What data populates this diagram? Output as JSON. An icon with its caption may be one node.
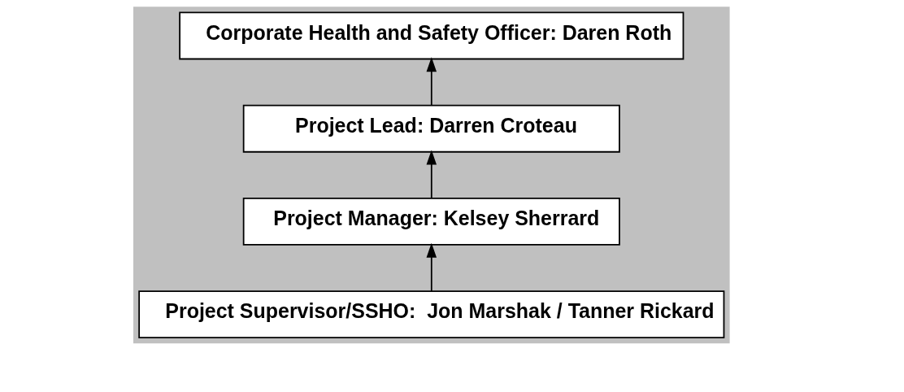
{
  "diagram": {
    "nodes": [
      {
        "text": [
          "Corporate Health and Safety Officer: Daren Roth"
        ]
      },
      {
        "text": [
          "Project Lead: Darren Croteau"
        ]
      },
      {
        "text": [
          "Project Manager: Kelsey Sherrard"
        ]
      },
      {
        "text": [
          "Project Supervisor/SSHO:  Jon Marshak / Tanner Rickard"
        ]
      }
    ],
    "edges": [
      {
        "from": 3,
        "to": 2,
        "arrow": "to"
      },
      {
        "from": 2,
        "to": 1,
        "arrow": "to"
      },
      {
        "from": 1,
        "to": 0,
        "arrow": "to"
      }
    ]
  }
}
